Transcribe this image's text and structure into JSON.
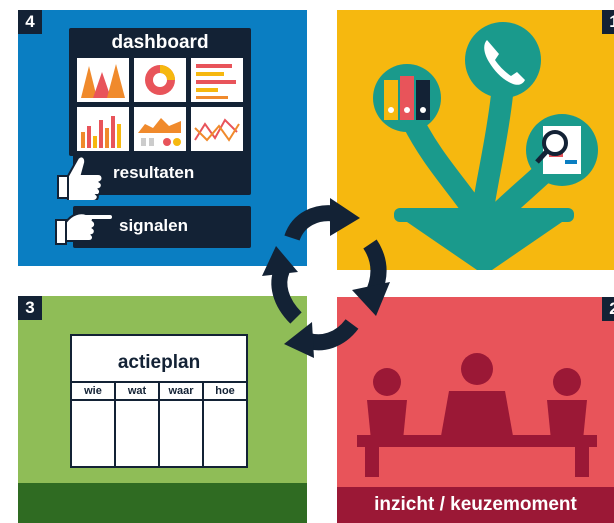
{
  "q4": {
    "number": "4",
    "title": "dashboard",
    "resultaten": "resultaten",
    "signalen": "signalen"
  },
  "q1": {
    "number": "1"
  },
  "q2": {
    "number": "2",
    "caption": "inzicht / keuzemoment"
  },
  "q3": {
    "number": "3",
    "board_title": "actieplan",
    "columns": [
      "wie",
      "wat",
      "waar",
      "hoe"
    ]
  },
  "colors": {
    "blue": "#0a7ec2",
    "yellow": "#f6b80f",
    "green": "#8fbd57",
    "dark_green": "#2f6b22",
    "red": "#e8545a",
    "dark_red": "#9b1836",
    "navy": "#132235",
    "teal": "#1a9a8c"
  }
}
